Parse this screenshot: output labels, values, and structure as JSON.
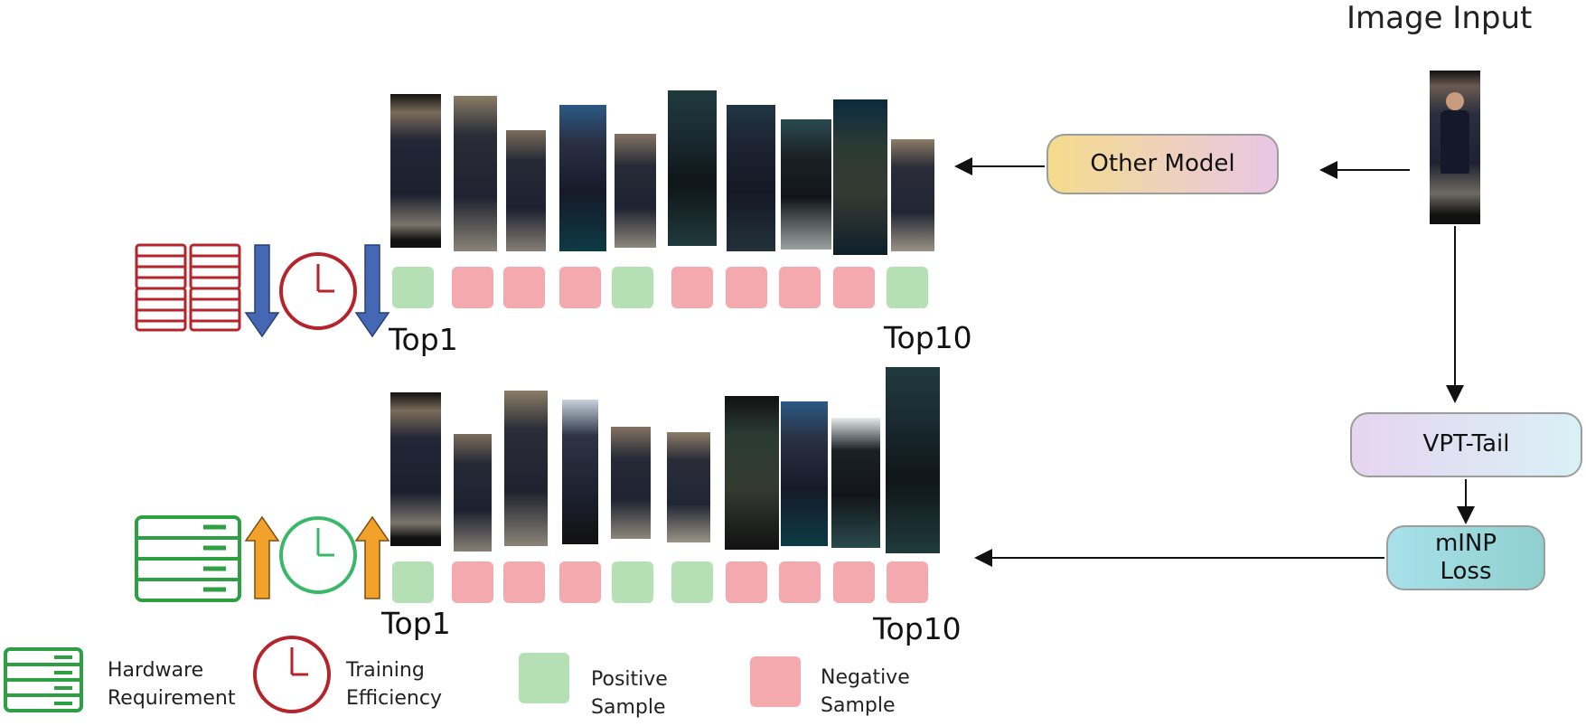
{
  "input": {
    "title": "Image Input"
  },
  "nodes": {
    "other_model": "Other Model",
    "vpt_tail": "VPT-Tail",
    "minp_loss": [
      "mINP",
      "Loss"
    ]
  },
  "rankings": {
    "top": {
      "start_label": "Top1",
      "end_label": "Top10",
      "samples": [
        "positive",
        "negative",
        "negative",
        "negative",
        "positive",
        "negative",
        "negative",
        "negative",
        "negative",
        "positive"
      ]
    },
    "bottom": {
      "start_label": "Top1",
      "end_label": "Top10",
      "samples": [
        "positive",
        "negative",
        "negative",
        "negative",
        "positive",
        "positive",
        "negative",
        "negative",
        "negative",
        "negative"
      ]
    }
  },
  "indicators": {
    "top": {
      "color": "#b5232b",
      "arrow_color": "#3f67b1",
      "direction": "down"
    },
    "bottom": {
      "color": "#2ea043",
      "arrow_color": "#f2a12a",
      "direction": "up"
    }
  },
  "legend": {
    "hardware": [
      "Hardware",
      "Requirement"
    ],
    "training": [
      "Training",
      "Efficiency"
    ],
    "positive": [
      "Positive",
      "Sample"
    ],
    "negative": [
      "Negative",
      "Sample"
    ]
  },
  "colors": {
    "positive": "#b5dfb4",
    "negative": "#f3a9ae",
    "other_model_gradient": [
      "#f4dc8c",
      "#e9c6e6"
    ],
    "vpt_tail_gradient": [
      "#e6d5ef",
      "#d9f0f6"
    ],
    "minp_loss_gradient": [
      "#a8e1ea",
      "#8fd0cf"
    ]
  }
}
